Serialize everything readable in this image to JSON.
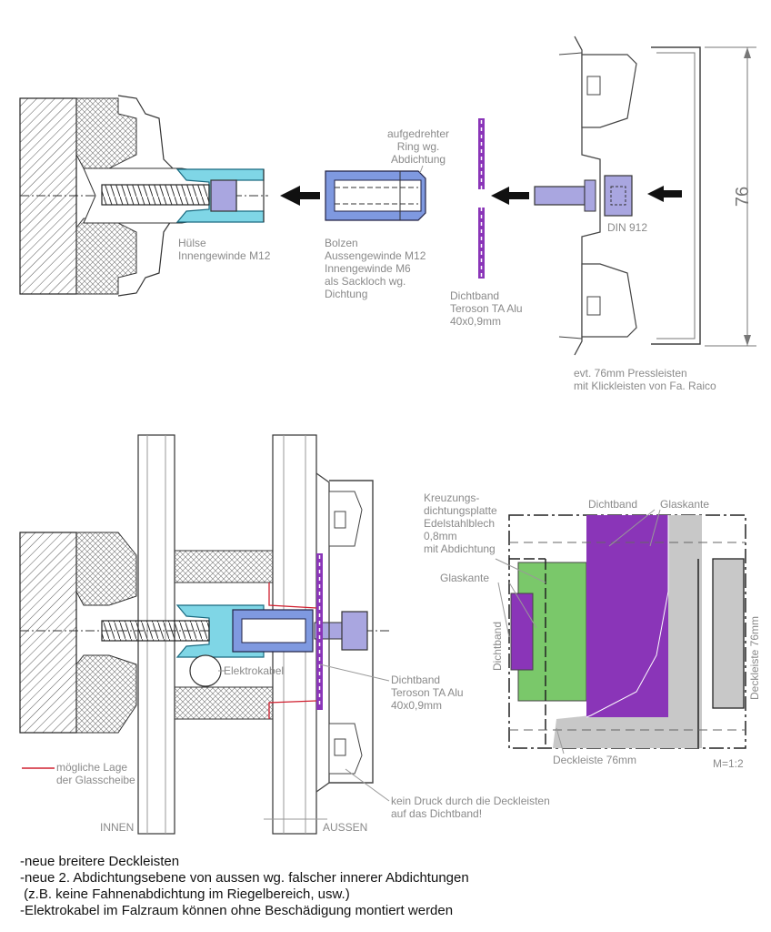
{
  "top": {
    "label_huelse": [
      "Hülse",
      "Innengewinde M12"
    ],
    "label_bolzen": [
      "Bolzen",
      "Aussengewinde M12",
      "Innengewinde M6",
      "als Sackloch wg.",
      "Dichtung"
    ],
    "label_ring": [
      "aufgedrehter",
      "Ring wg.",
      "Abdichtung"
    ],
    "label_dichtband": [
      "Dichtband",
      "Teroson TA Alu",
      "40x0,9mm"
    ],
    "label_din": "DIN 912",
    "dimension": "76",
    "label_pressleisten": [
      "evt. 76mm Pressleisten",
      "mit Klickleisten von Fa. Raico"
    ]
  },
  "bottom_left": {
    "label_elektrokabel": "Elektrokabel",
    "label_dichtband": [
      "Dichtband",
      "Teroson TA Alu",
      "40x0,9mm"
    ],
    "legend": [
      "mögliche Lage",
      "der Glasscheibe"
    ],
    "label_innen": "INNEN",
    "label_aussen": "AUSSEN",
    "label_kein_druck": [
      "kein Druck durch die Deckleisten",
      "auf das Dichtband!"
    ]
  },
  "bottom_right": {
    "label_kreuzung": [
      "Kreuzungs-",
      "dichtungsplatte",
      "Edelstahlblech",
      "0,8mm",
      "mit Abdichtung"
    ],
    "label_dichtband_top": "Dichtband",
    "label_glaskante_top": "Glaskante",
    "label_glaskante_left": "Glaskante",
    "label_dichtband_vert": "Dichtband",
    "label_deckleiste_vert": "Deckleiste 76mm",
    "label_deckleiste_bottom": "Deckleiste 76mm",
    "label_scale": "M=1:2"
  },
  "notes": [
    "-neue breitere Deckleisten",
    "-neue 2. Abdichtungsebene von aussen wg. falscher innerer Abdichtungen",
    " (z.B. keine Fahnenabdichtung im Riegelbereich, usw.)",
    "-Elektrokabel im Falzraum können ohne Beschädigung montiert werden"
  ],
  "colors": {
    "sleeve": "#7fd6e6",
    "bolt": "#7f99e0",
    "screw": "#a9a6e0",
    "tape": "#8a35b8",
    "green": "#7ac86a",
    "grey": "#c8c8c8",
    "redline": "#d02030"
  }
}
